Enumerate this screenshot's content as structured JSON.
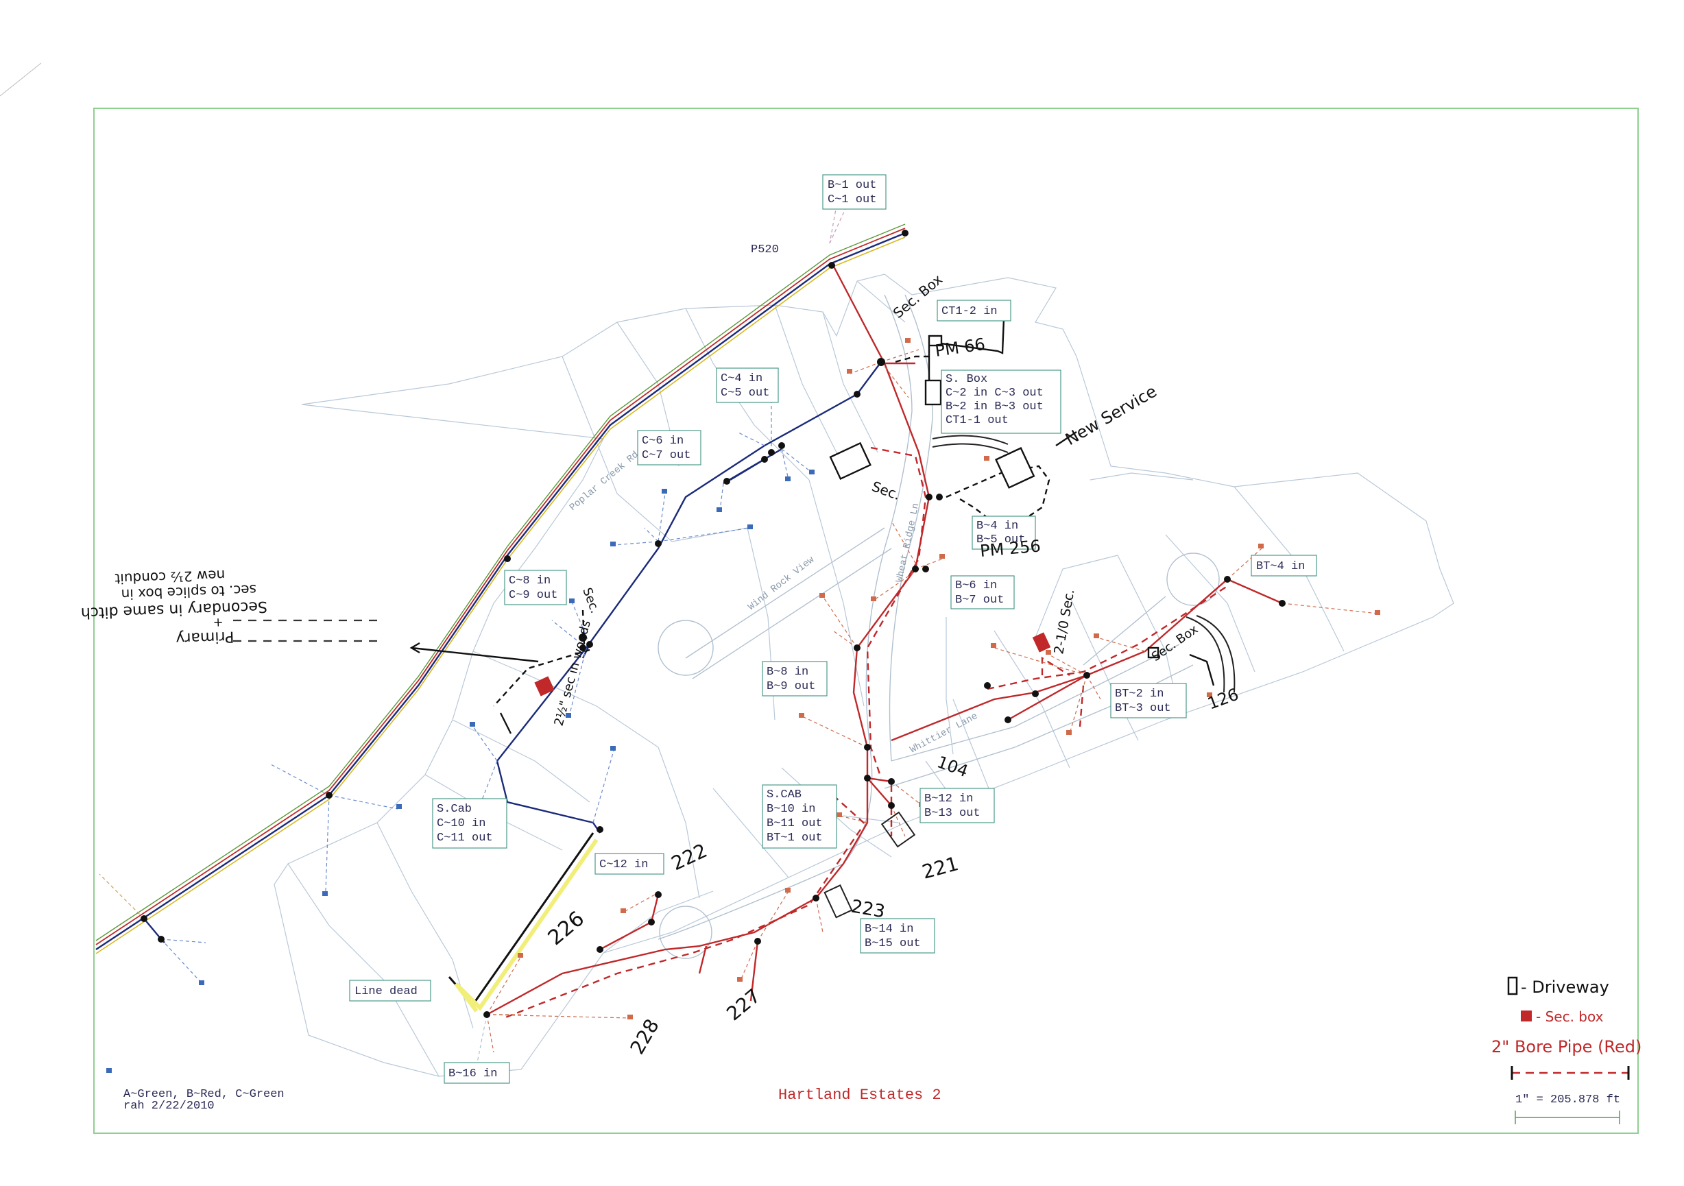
{
  "map": {
    "title": "Hartland Estates 2",
    "legend_note": [
      "A~Green, B~Red, C~Green",
      "rah  2/22/2010"
    ],
    "scale_text": "1\" = 205.878 ft",
    "pole_label": "P520",
    "streets": {
      "poplar_creek": "Poplar Creek Rd",
      "wind_rock": "Wind Rock View",
      "wheat_ridge": "Wheat Ridge Ln",
      "whittier": "Whittier Lane"
    },
    "label_boxes": {
      "b1": [
        "B~1 out",
        "C~1 out"
      ],
      "ct1": [
        "CT1-2 in"
      ],
      "sbox": [
        "S. Box",
        "C~2 in C~3 out",
        "B~2 in B~3 out",
        "CT1-1 out"
      ],
      "c4": [
        "C~4 in",
        "C~5 out"
      ],
      "c6": [
        "C~6 in",
        "C~7 out"
      ],
      "b4": [
        "B~4 in",
        "B~5 out"
      ],
      "c8": [
        "C~8 in",
        "C~9 out"
      ],
      "b6": [
        "B~6 in",
        "B~7 out"
      ],
      "bt4": [
        "BT~4 in"
      ],
      "b8": [
        "B~8 in",
        "B~9 out"
      ],
      "bt2": [
        "BT~2 in",
        "BT~3 out"
      ],
      "scab_c": [
        "S.Cab",
        "C~10 in",
        "C~11 out"
      ],
      "scab_b": [
        "S.CAB",
        "B~10 in",
        "B~11 out",
        "BT~1 out"
      ],
      "b12": [
        "B~12 in",
        "B~13 out"
      ],
      "c12": [
        "C~12 in"
      ],
      "b14": [
        "B~14 in",
        "B~15 out"
      ],
      "line_dead": [
        "Line dead"
      ],
      "b16": [
        "B~16 in"
      ]
    },
    "handwritten": {
      "sec_box_top": "Sec. Box",
      "pm66": "PM 66",
      "new_service": "New Service",
      "sec_mid": "Sec.",
      "pm256": "PM 256",
      "sec_c8": "Sec.",
      "woods": "2½\" sec in woods",
      "sec_2": "2-1/0 Sec.",
      "sec_box_right": "Sec. Box",
      "lot126": "126",
      "lot104": "104",
      "lot222": "222",
      "lot226": "226",
      "lot221": "221",
      "lot223": "223",
      "lot227": "227",
      "lot228": "228",
      "left_note": [
        "Primary",
        "+",
        "Secondary in same ditch",
        "sec. to splice box in",
        "new 2½ conduit"
      ]
    },
    "legend": {
      "driveway": "- Driveway",
      "sec_box": "- Sec. box",
      "bore_pipe": "2\" Bore Pipe (Red)"
    },
    "colors": {
      "primary_blue": "#1a2a7a",
      "bore_red": "#c0282a",
      "frame": "#8fcf8f",
      "lot_lines": "#b8c8d8"
    }
  }
}
